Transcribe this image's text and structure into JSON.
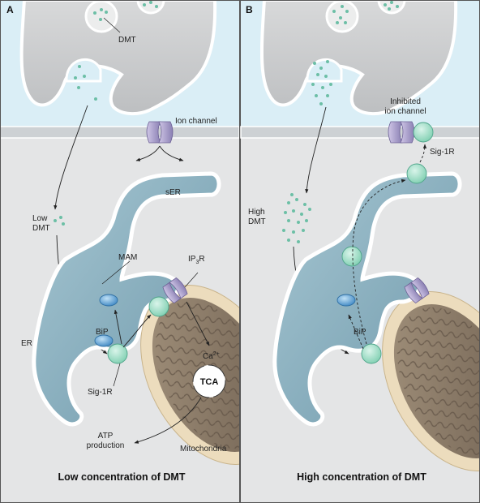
{
  "panels": [
    {
      "letter": "A",
      "caption": "Low concentration of DMT",
      "labels": {
        "dmt": "DMT",
        "ion_channel": "Ion channel",
        "low_dmt_1": "Low",
        "low_dmt_2": "DMT",
        "ser": "sER",
        "mam": "MAM",
        "ip3r_main": "IP",
        "ip3r_sub": "3",
        "ip3r_end": "R",
        "bip": "BiP",
        "er": "ER",
        "ca_main": "Ca",
        "ca_sup": "2+",
        "tca": "TCA",
        "sig1r": "Sig-1R",
        "atp_1": "ATP",
        "atp_2": "production",
        "mitochondria": "Mitochondria"
      }
    },
    {
      "letter": "B",
      "caption": "High concentration of DMT",
      "labels": {
        "inhibited_1": "Inhibited",
        "inhibited_2": "ion channel",
        "sig1r": "Sig-1R",
        "high_dmt_1": "High",
        "high_dmt_2": "DMT",
        "bip": "BiP"
      }
    }
  ],
  "colors": {
    "extracellular": "#daeef6",
    "cytoplasm": "#e4e5e6",
    "membrane": "#cfd3d6",
    "er_lumen": "#8eb3c2",
    "mito_outer": "#ecdcbd",
    "mito_inner": "#8a7a68",
    "sig1r": "#a5dfc9",
    "bip": "#6fa8d8",
    "channel": "#a89cc8",
    "dmt_dots": "#6cbfa6"
  }
}
